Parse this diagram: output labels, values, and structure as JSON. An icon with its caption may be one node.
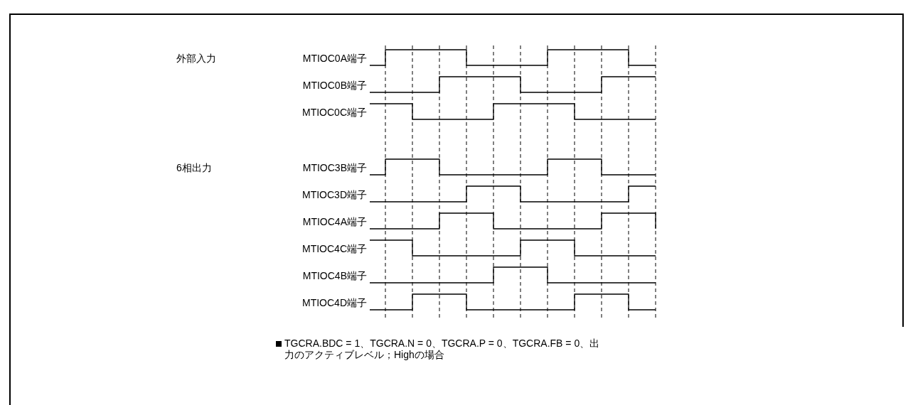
{
  "diagram": {
    "labels": [
      "外部入力",
      "MTIOC0A端子",
      "MTIOC0B端子",
      "MTIOC0C端子",
      "6相出力",
      "MTIOC3B端子",
      "MTIOC3D端子",
      "MTIOC4A端子",
      "MTIOC4C端子",
      "MTIOC4B端子",
      "MTIOC4D端子",
      "TGCRA.BDC = 1、TGCRA.N = 0、TGCRA.P = 0、TGCRA.FB = 0、出力のアクティブレベル；Highの場合"
    ]
  }
}
